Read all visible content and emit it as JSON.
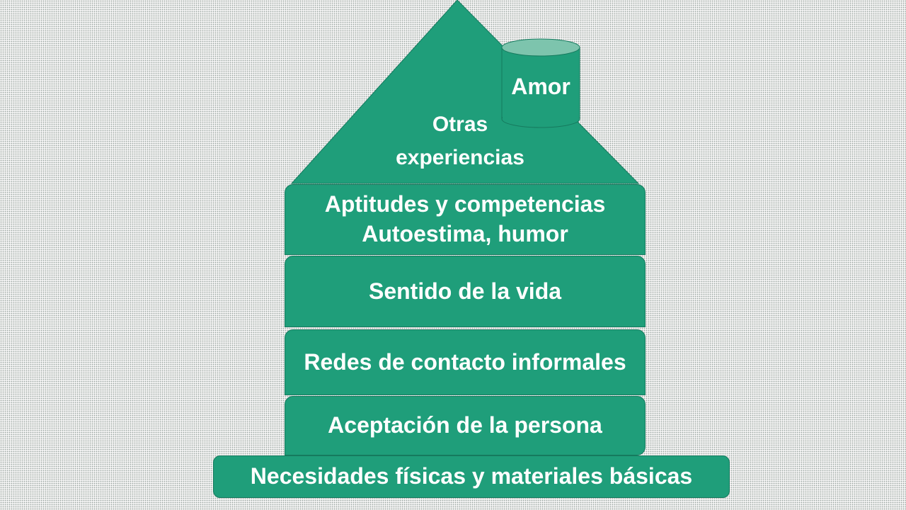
{
  "roof": {
    "line1": "Otras",
    "line2": "experiencias"
  },
  "chimney": {
    "label": "Amor"
  },
  "levels": {
    "aptitudes": {
      "line1": "Aptitudes y competencias",
      "line2": "Autoestima, humor"
    },
    "sentido": {
      "label": "Sentido de la vida"
    },
    "redes": {
      "label": "Redes de contacto informales"
    },
    "aceptacion": {
      "label": "Aceptación de la persona"
    },
    "necesidades": {
      "label": "Necesidades físicas y materiales básicas"
    }
  },
  "colors": {
    "fill": "#1f9e7a",
    "chimney_top": "#7dc4ad",
    "text": "#ffffff"
  }
}
